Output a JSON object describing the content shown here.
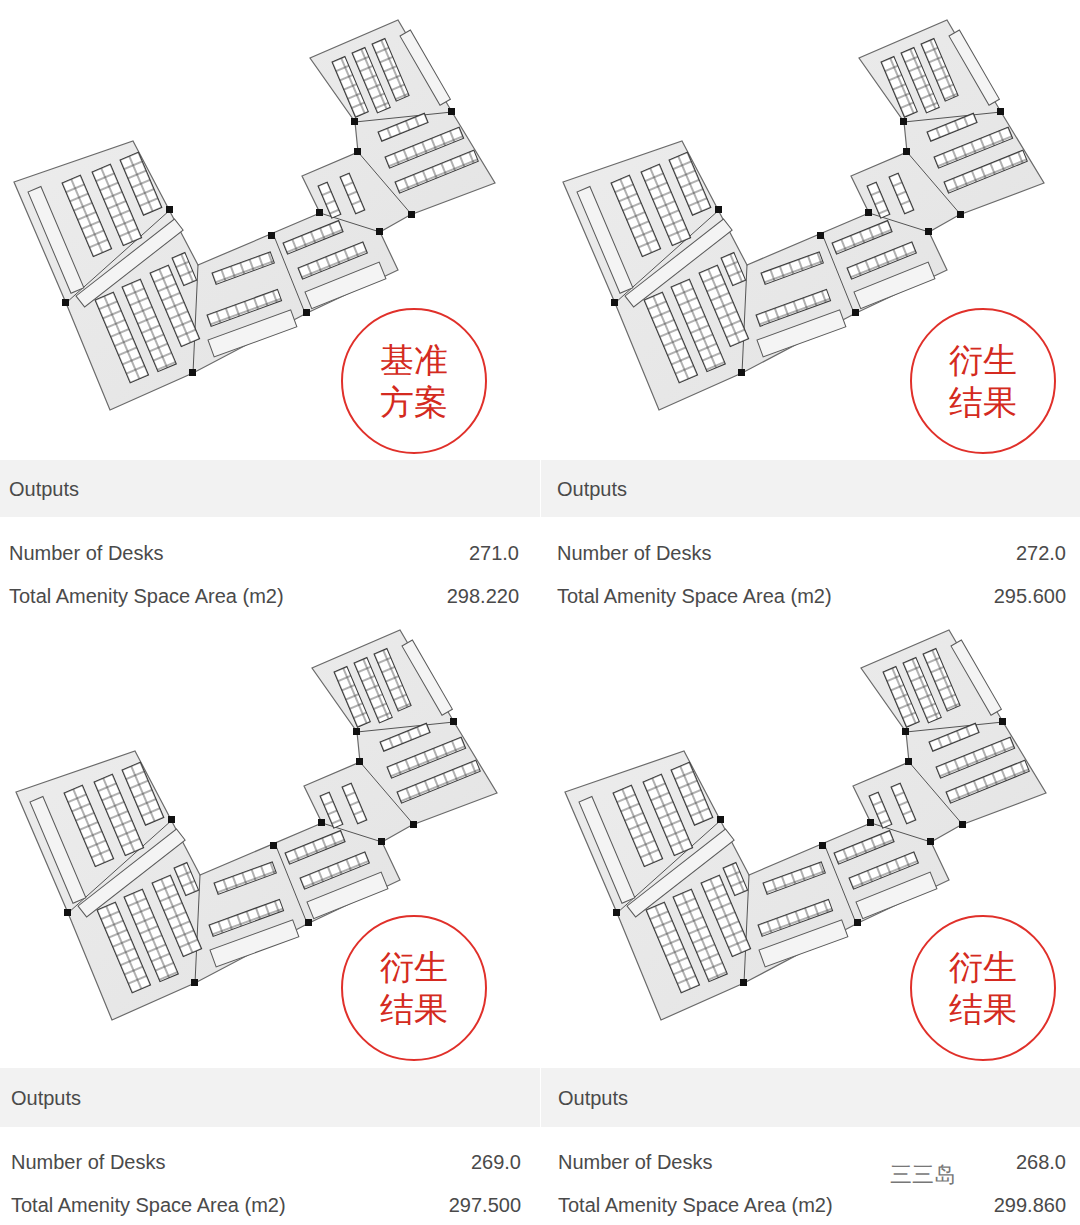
{
  "diagram": {
    "nodes": [
      {
        "text": [
          "基准 方案"
        ]
      },
      {
        "text": [
          "衍生 结果"
        ]
      },
      {
        "text": [
          "Outputs",
          "Number of Desks",
          "271.0",
          "Total Amenity Space Area (m2)",
          "298.220"
        ]
      },
      {
        "text": [
          "Outputs",
          "Number of Desks",
          "272.0",
          "Total Amenity Space Area (m2)",
          "295.600"
        ]
      },
      {
        "text": [
          "衍生 结果"
        ]
      },
      {
        "text": [
          "衍生 结果"
        ]
      },
      {
        "text": [
          "Outputs",
          "Number of Desks",
          "269.0",
          "Total Amenity Space Area (m2)",
          "297.500"
        ]
      },
      {
        "text": [
          "Outputs",
          "Number of Desks",
          "268.0",
          "Total Amenity Space Area (m2)",
          "299.860"
        ]
      }
    ],
    "labels": [
      "三三岛"
    ]
  }
}
